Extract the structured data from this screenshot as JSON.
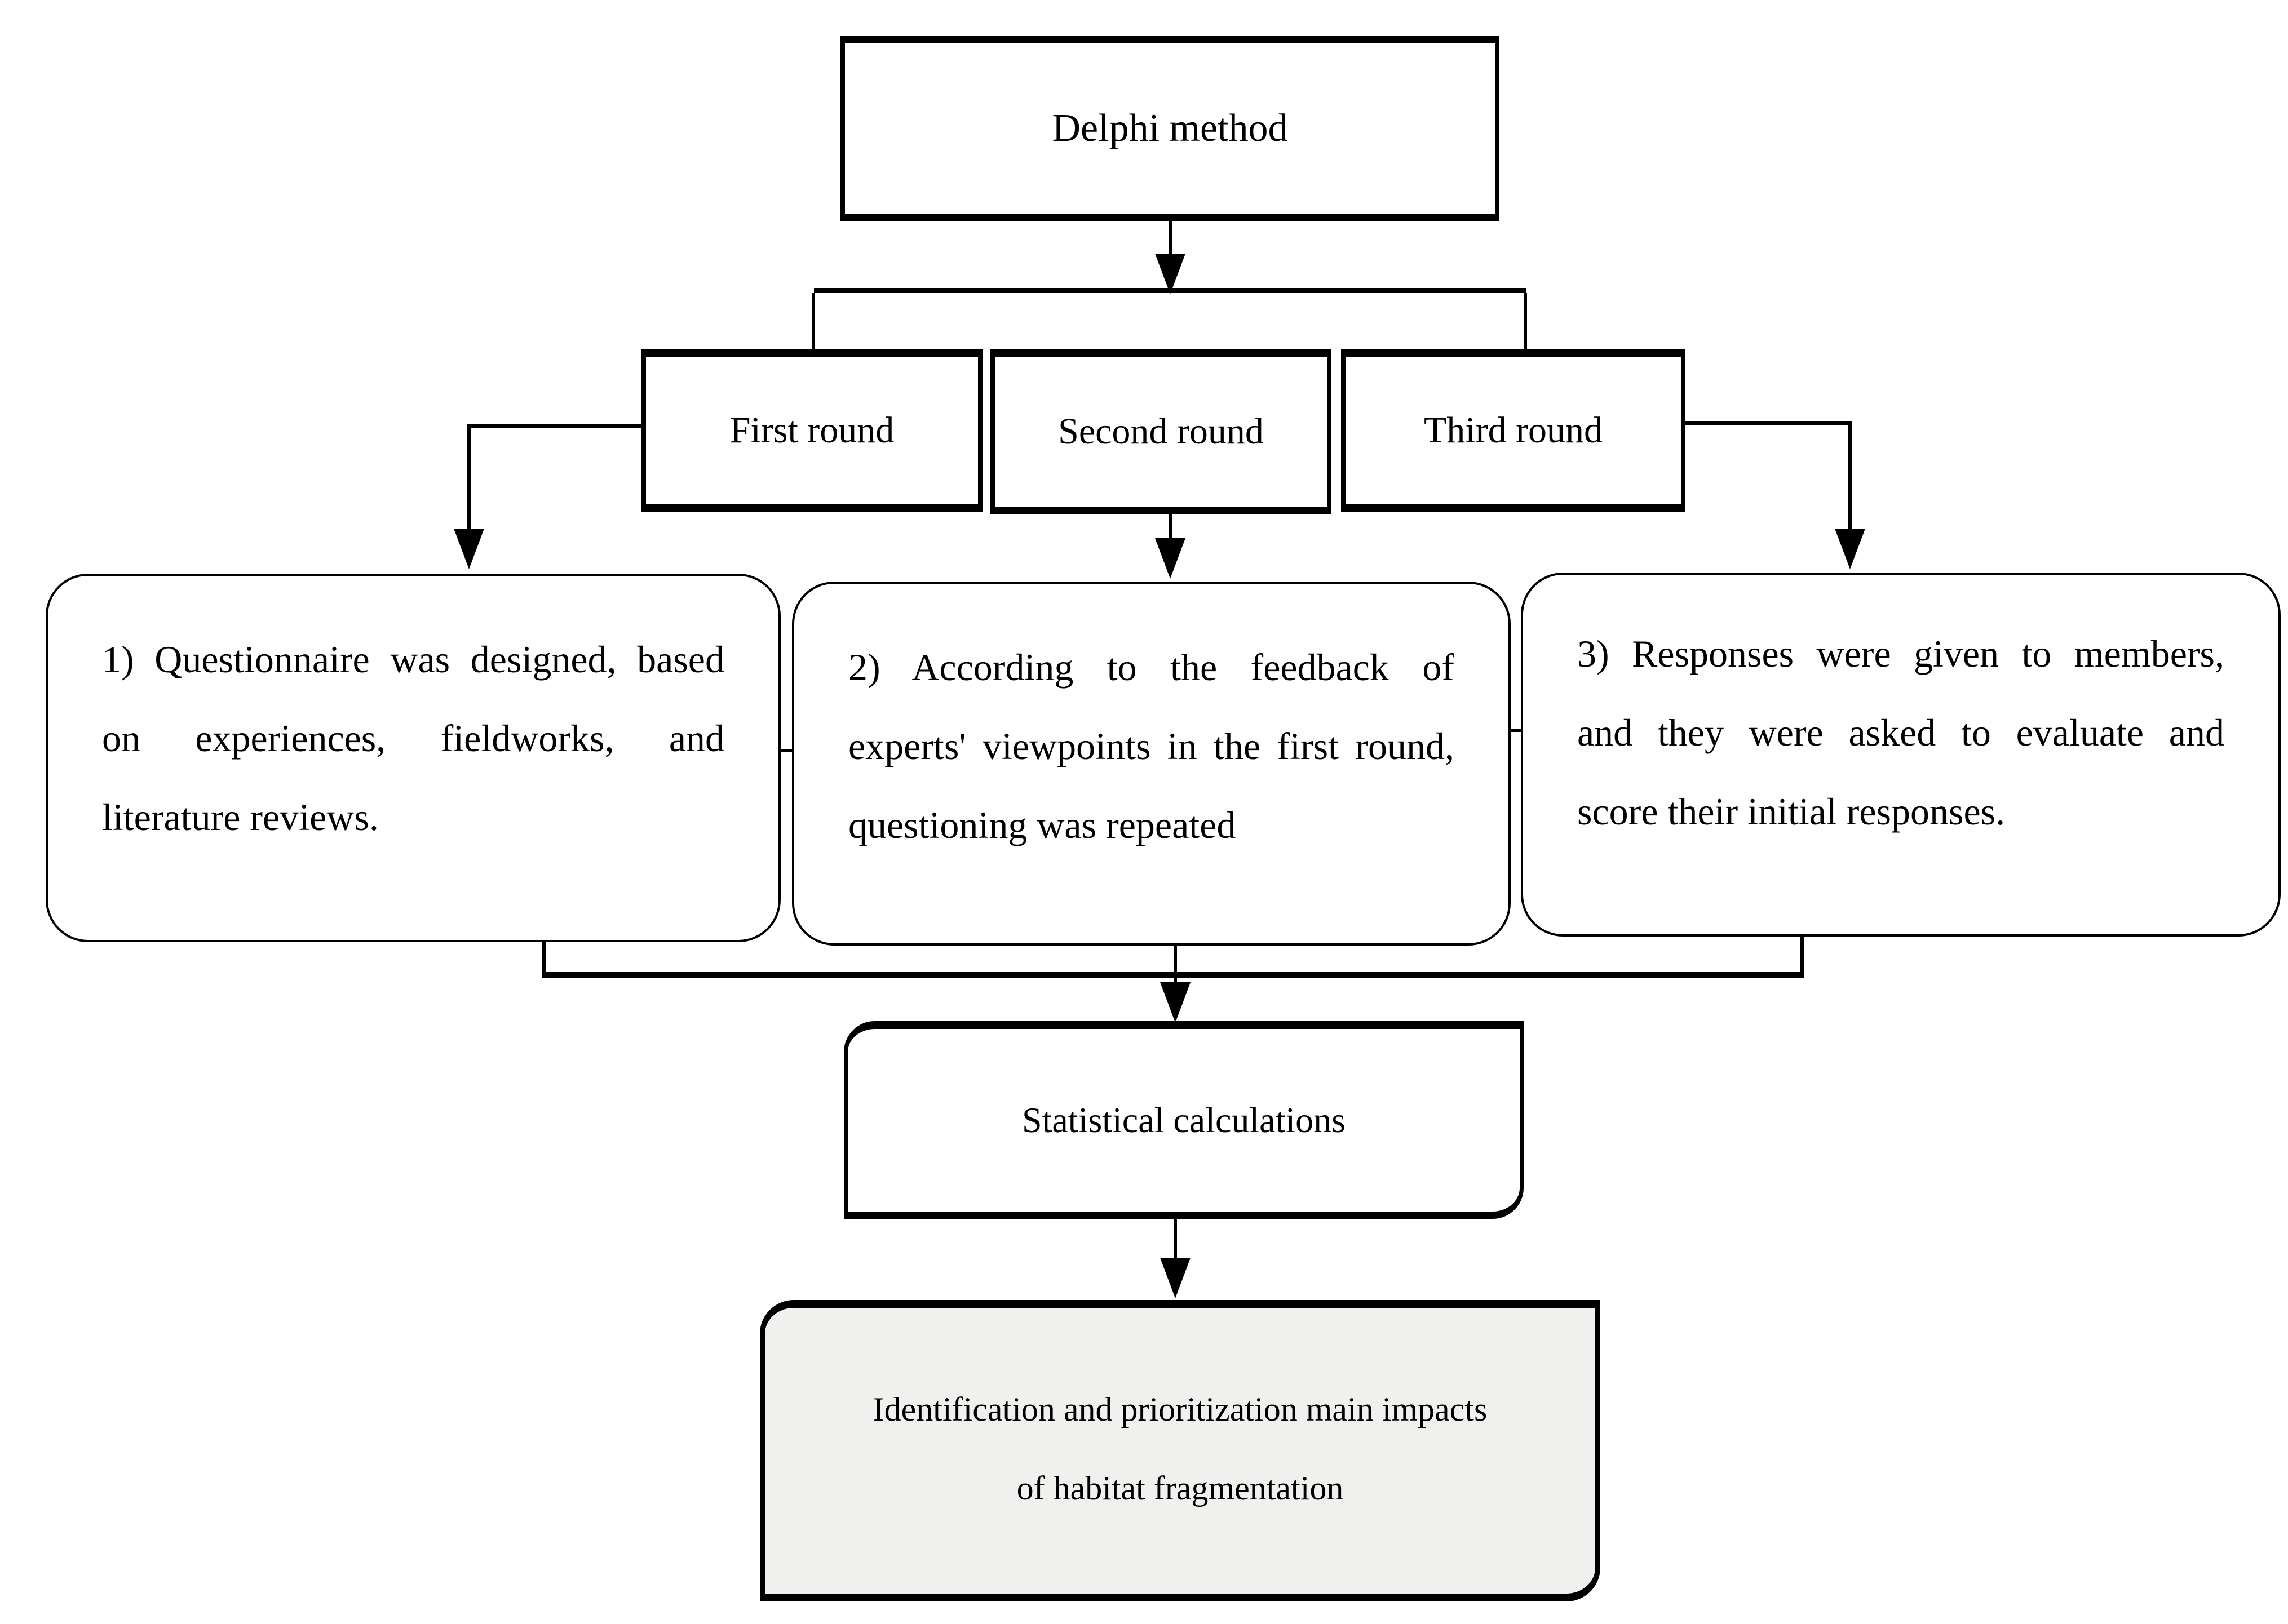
{
  "diagram": {
    "title_box": {
      "label": "Delphi method"
    },
    "rounds": [
      {
        "label": "First round"
      },
      {
        "label": "Second round"
      },
      {
        "label": "Third round"
      }
    ],
    "steps": [
      {
        "lines": [
          "1) Questionnaire was designed, based",
          "on experiences, fieldworks, and",
          "literature reviews."
        ]
      },
      {
        "lines": [
          "2) According to the feedback of",
          "experts' viewpoints in the first round,",
          "questioning was repeated"
        ]
      },
      {
        "lines": [
          "3) Responses were given to members,",
          "and they were asked to evaluate and",
          "score their initial responses."
        ]
      }
    ],
    "stat_box": {
      "label": "Statistical calculations"
    },
    "result_box": {
      "lines": [
        "Identification and prioritization main impacts",
        "of habitat fragmentation"
      ]
    },
    "colors": {
      "line": "#000000",
      "result_fill": "#f0f0ef",
      "background": "#ffffff"
    }
  }
}
